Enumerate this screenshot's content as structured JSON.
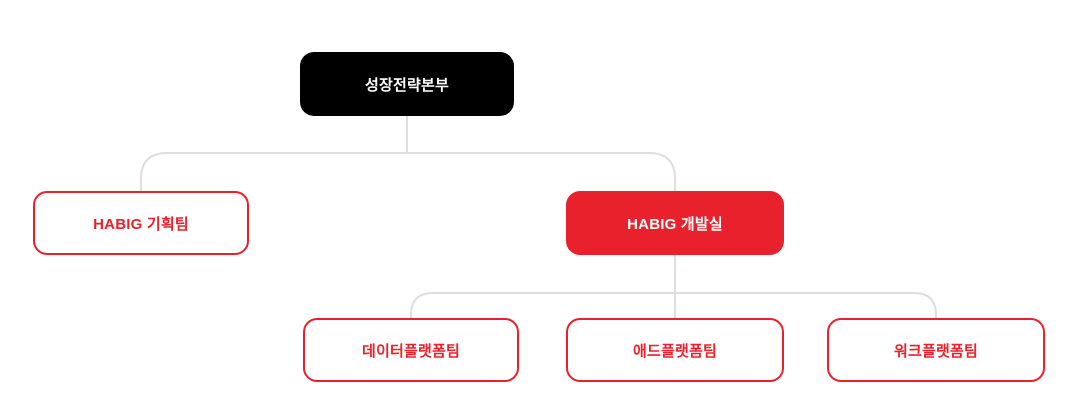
{
  "page": {
    "background": "#FFFFFF"
  },
  "colors": {
    "accent_red": "#E8212C",
    "node_black": "#000000",
    "connector_gray": "#DEDEDE",
    "text_on_dark": "#FFFFFF",
    "page_bg": "#FFFFFF"
  },
  "org": {
    "root": {
      "label": "성장전략본부",
      "variant": "filled-black",
      "children": [
        {
          "label": "HABIG 기획팀",
          "variant": "outlined-red",
          "children": []
        },
        {
          "label": "HABIG 개발실",
          "variant": "filled-red",
          "children": [
            {
              "label": "데이터플랫폼팀",
              "variant": "outlined-red"
            },
            {
              "label": "애드플랫폼팀",
              "variant": "outlined-red"
            },
            {
              "label": "워크플랫폼팀",
              "variant": "outlined-red"
            }
          ]
        }
      ]
    }
  }
}
